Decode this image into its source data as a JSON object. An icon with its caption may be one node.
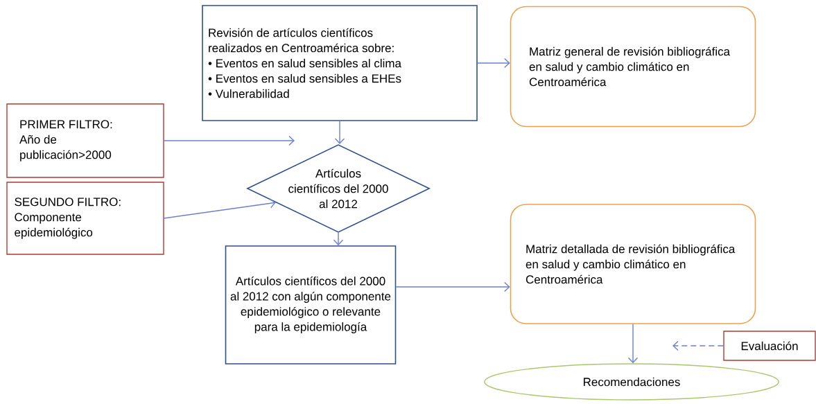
{
  "diagram": {
    "nodes": [
      {
        "text": [
          "Revisión de artículos científicos realizados en Centroamérica sobre:",
          "• Eventos en salud sensibles al clima",
          "• Eventos en salud sensibles a EHEs",
          "• Vulnerabilidad"
        ]
      },
      {
        "text": [
          "Matriz general de revisión bibliográfica en salud y cambio climático en Centroamérica"
        ]
      },
      {
        "text": [
          "PRIMER FILTRO:",
          "Año de publicación>2000"
        ]
      },
      {
        "text": [
          "Artículos científicos del 2000 al 2012"
        ]
      },
      {
        "text": [
          "SEGUNDO FILTRO:",
          "Componente epidemiológico"
        ]
      },
      {
        "text": [
          "Artículos científicos del 2000 al 2012 con algún componente epidemiológico o relevante para la epidemiología"
        ]
      },
      {
        "text": [
          "Matriz detallada de revisión bibliográfica en salud y cambio climático en Centroamérica"
        ]
      },
      {
        "text": [
          "Evaluación"
        ]
      },
      {
        "text": [
          "Recomendaciones"
        ]
      }
    ],
    "edges": [
      {
        "from": 0,
        "to": 1,
        "arrow": "to"
      },
      {
        "from": 0,
        "to": 3,
        "arrow": "to"
      },
      {
        "from": 2,
        "to": null,
        "arrow": "to"
      },
      {
        "from": 3,
        "to": 5,
        "arrow": "to"
      },
      {
        "from": 4,
        "to": 3,
        "arrow": "to"
      },
      {
        "from": 5,
        "to": 6,
        "arrow": "to"
      },
      {
        "from": 6,
        "to": 8,
        "arrow": "to"
      },
      {
        "from": 7,
        "to": null,
        "arrow": "to",
        "style": "dashed"
      }
    ]
  }
}
